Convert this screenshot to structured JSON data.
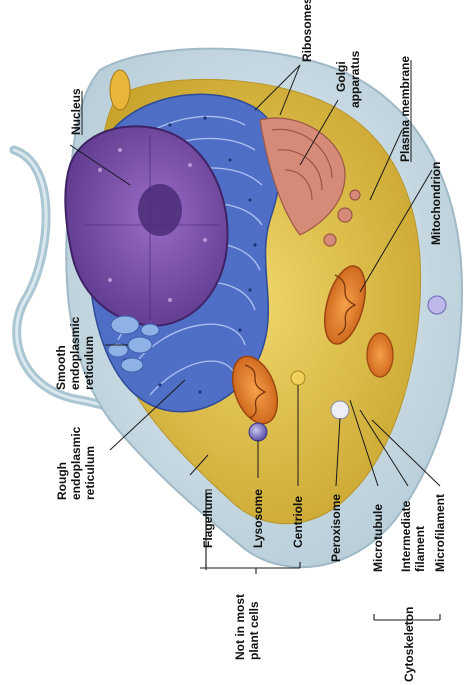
{
  "labels": {
    "nucleus": "Nucleus",
    "ribosomes": "Ribosomes",
    "golgi_line1": "Golgi",
    "golgi_line2": "apparatus",
    "plasma_membrane": "Plasma membrane",
    "mitochondrion": "Mitochondrion",
    "smooth_er_line1": "Smooth",
    "smooth_er_line2": "endoplasmic",
    "smooth_er_line3": "reticulum",
    "rough_er_line1": "Rough",
    "rough_er_line2": "endoplasmic",
    "rough_er_line3": "reticulum",
    "flagellum": "Flagellum",
    "lysosome": "Lysosome",
    "centriole": "Centriole",
    "peroxisome": "Peroxisome",
    "microtubule": "Microtubule",
    "intermediate_line1": "Intermediate",
    "intermediate_line2": "filament",
    "microfilament": "Microfilament",
    "not_in_plant_line1": "Not in most",
    "not_in_plant_line2": "plant cells",
    "cytoskeleton": "Cytoskeleton"
  },
  "colors": {
    "membrane": "#c9dde6",
    "cytoplasm": "#e7c64a",
    "nucleus": "#7a4ea6",
    "nucleolus": "#4a2c78",
    "rough_er": "#4f6fc7",
    "smooth_er": "#8fb2e6",
    "golgi": "#d58b78",
    "mitochondrion": "#e8822a",
    "lysosome": "#6d66b8",
    "peroxisome": "#e9e9f2",
    "flagellum": "#b9d4de"
  }
}
